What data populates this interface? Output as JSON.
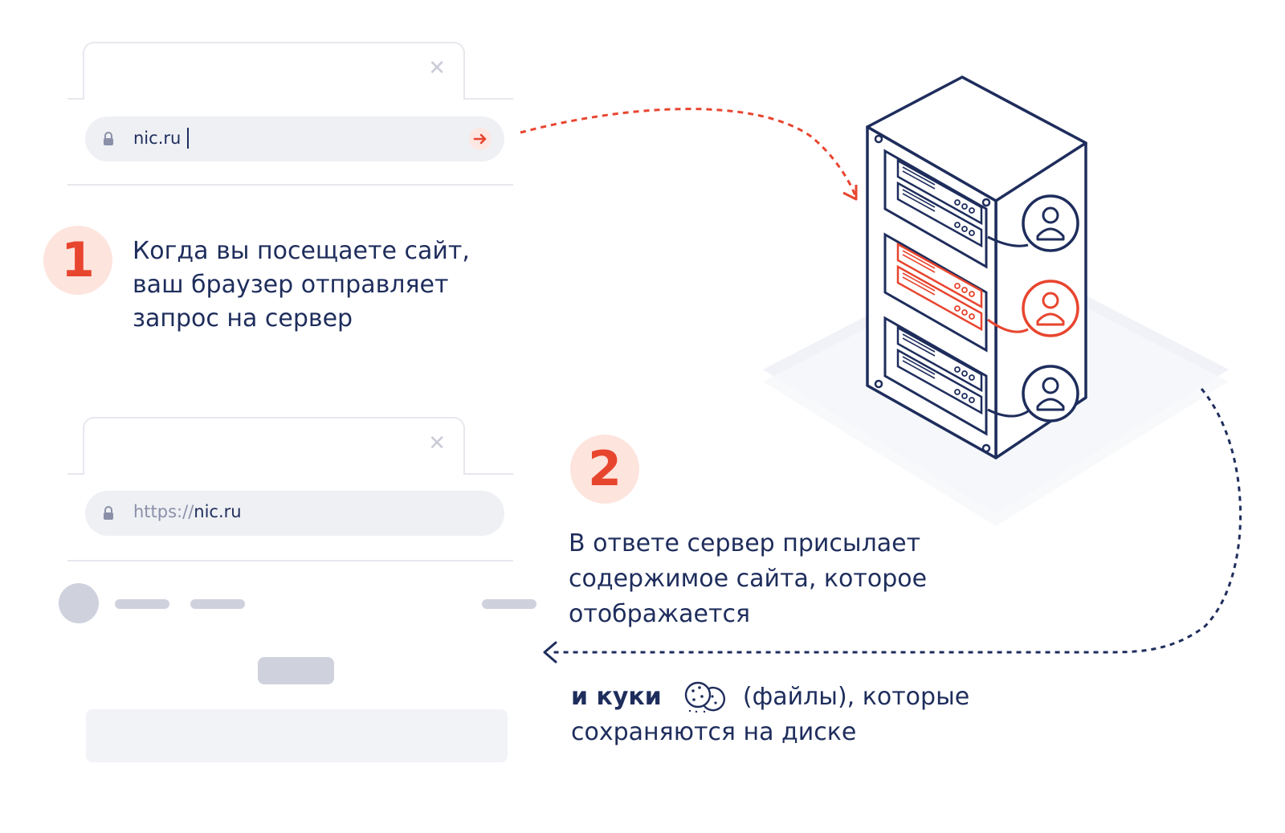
{
  "step1": {
    "number": "1",
    "lines": [
      "Когда вы посещаете сайт,",
      "ваш браузер отправляет",
      "запрос на сервер"
    ]
  },
  "step2": {
    "number": "2",
    "lines": [
      "В ответе сервер присылает",
      "содержимое сайта, которое",
      "отображается"
    ]
  },
  "cookies": {
    "bold": "и куки",
    "rest": "(файлы), которые",
    "line2": "сохраняются на диске"
  },
  "browser1": {
    "address": "nic.ru"
  },
  "browser2": {
    "protocol": "https://",
    "address": "nic.ru"
  },
  "icons": [
    "close-icon",
    "lock-icon",
    "arrow-right-icon",
    "cookie-icon",
    "server-rack-icon",
    "user-icon"
  ],
  "colors": {
    "navy": "#1e2d5c",
    "accent": "#e8452f",
    "badge_bg": "#fde4dd",
    "placeholder": "#cfd2dd"
  }
}
